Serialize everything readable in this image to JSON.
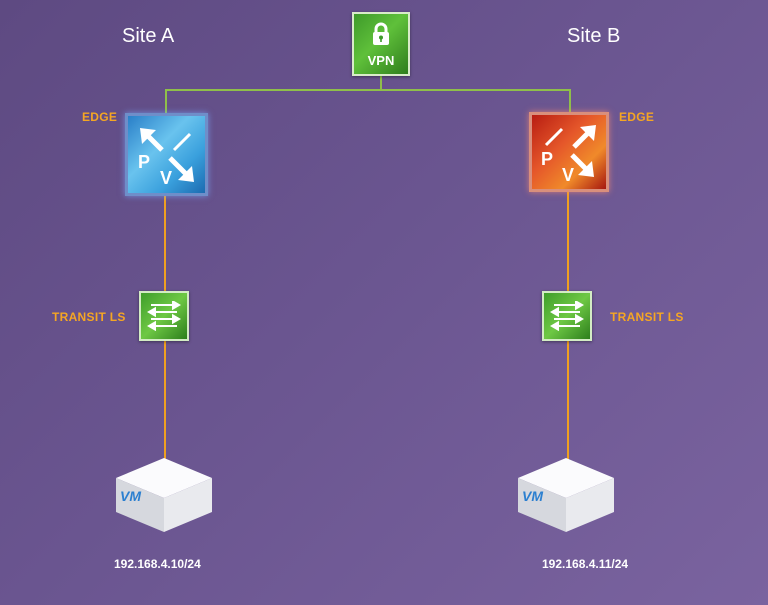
{
  "sites": {
    "a": {
      "title": "Site A",
      "edge_label": "EDGE",
      "transit_label": "TRANSIT LS",
      "ip": "192.168.4.10/24"
    },
    "b": {
      "title": "Site B",
      "edge_label": "EDGE",
      "transit_label": "TRANSIT LS",
      "ip": "192.168.4.11/24"
    }
  },
  "vpn": {
    "label": "VPN",
    "icon": "padlock-icon"
  },
  "edge_icon_text": {
    "p": "P",
    "v": "V"
  },
  "vm_icon_text": "VM",
  "colors": {
    "background": "#6a5590",
    "label_orange": "#f5a623",
    "vpn_green": "#4fae32",
    "edge_a_blue": "#3aa0dd",
    "edge_b_red": "#e5572a",
    "line_green": "#8fbf4a",
    "line_orange": "#f0a020"
  }
}
